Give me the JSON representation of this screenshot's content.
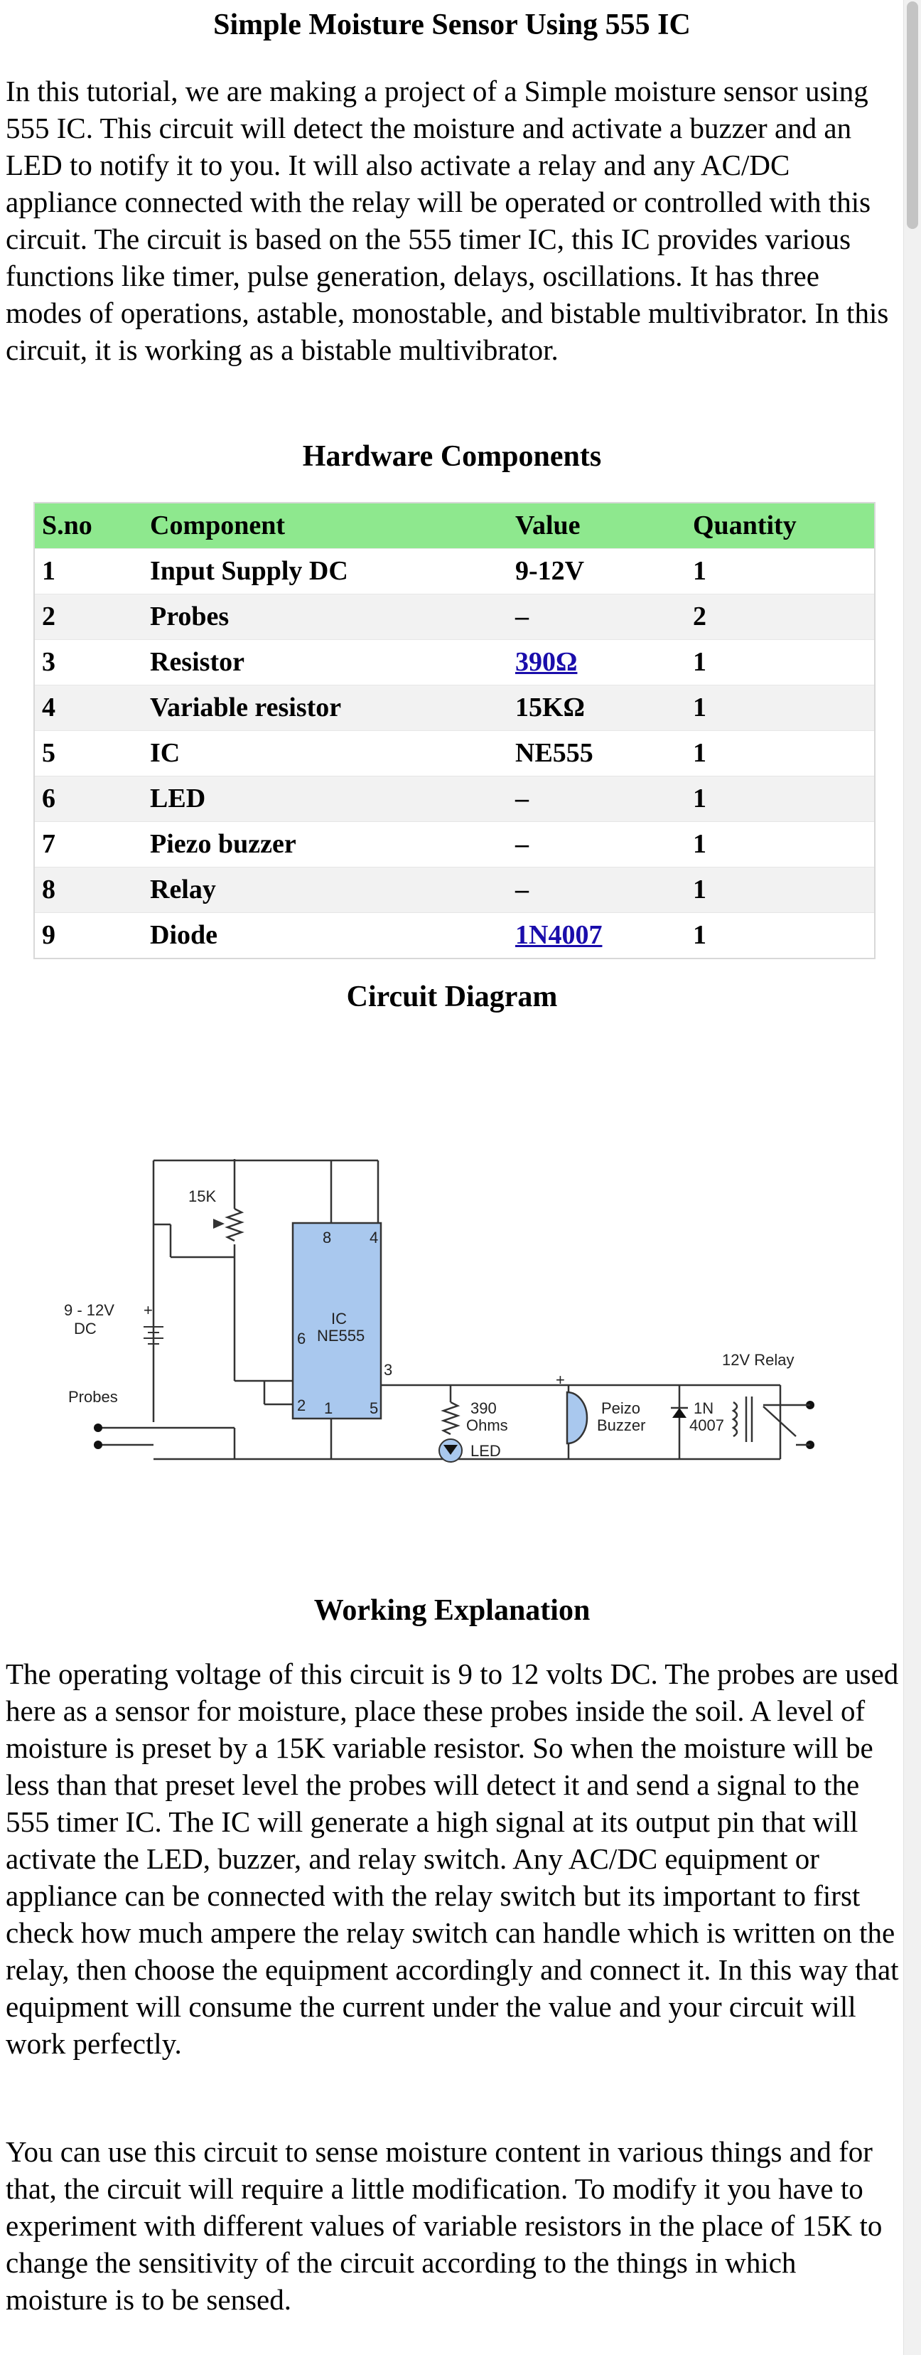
{
  "title": "Simple Moisture Sensor Using 555 IC",
  "intro": "In this tutorial, we are making a project of a Simple moisture sensor using 555 IC. This circuit will detect the moisture and activate a buzzer and an LED to notify it to you. It will also activate a relay and any AC/DC appliance connected with the relay will be operated or controlled with this circuit. The circuit is based on the 555 timer IC, this IC provides various functions like timer, pulse generation, delays, oscillations. It has three modes of operations, astable, monostable, and bistable multivibrator. In this circuit, it is working as a bistable multivibrator.",
  "hardware": {
    "heading": "Hardware Components",
    "headers": [
      "S.no",
      "Component",
      "Value",
      "Quantity"
    ],
    "rows": [
      {
        "sno": "1",
        "component": "Input Supply DC",
        "value": "9-12V",
        "qty": "1"
      },
      {
        "sno": "2",
        "component": "Probes",
        "value": "–",
        "qty": "2"
      },
      {
        "sno": "3",
        "component": "Resistor",
        "value": "390Ω",
        "qty": "1"
      },
      {
        "sno": "4",
        "component": "Variable resistor",
        "value": "15KΩ",
        "qty": "1"
      },
      {
        "sno": "5",
        "component": "IC",
        "value": "NE555",
        "qty": "1"
      },
      {
        "sno": "6",
        "component": "LED",
        "value": "–",
        "qty": "1"
      },
      {
        "sno": "7",
        "component": "Piezo buzzer",
        "value": "–",
        "qty": "1"
      },
      {
        "sno": "8",
        "component": "Relay",
        "value": "–",
        "qty": "1"
      },
      {
        "sno": "9",
        "component": "Diode",
        "value": "1N4007",
        "qty": "1"
      }
    ]
  },
  "circuit": {
    "heading": "Circuit Diagram",
    "labels": {
      "pot": "15K",
      "supply1": "9 - 12V",
      "supply2": "DC",
      "plus1": "+",
      "probes": "Probes",
      "ic1": "IC",
      "ic2": "NE555",
      "pin8": "8",
      "pin4": "4",
      "pin6": "6",
      "pin2": "2",
      "pin3": "3",
      "pin1": "1",
      "pin5": "5",
      "res1": "390",
      "res2": "Ohms",
      "led": "LED",
      "plus2": "+",
      "buzzer1": "Peizo",
      "buzzer2": "Buzzer",
      "diode1": "1N",
      "diode2": "4007",
      "relay": "12V Relay"
    }
  },
  "working": {
    "heading": "Working Explanation",
    "p1": "The operating voltage of this circuit is 9 to 12 volts DC. The probes are used here as a sensor for moisture, place these probes inside the soil. A level of moisture is preset by a 15K variable resistor. So when the moisture will be less than that preset level the probes will detect it and send a signal to the 555 timer IC. The IC will generate a high signal at its output pin that will activate the LED, buzzer, and relay switch. Any AC/DC equipment or appliance can be connected with the relay switch but its important to first check how much ampere the relay switch can handle which is written on the relay, then choose the equipment accordingly and connect it. In this way that equipment will consume the current under the value and your circuit will work perfectly.",
    "p2": "You can use this circuit to sense moisture content in various things and for that, the circuit will require a little modification. To modify it you have to experiment with different values of variable resistors in the place of 15K to change the sensitivity of the circuit according to the things in which moisture is to be sensed."
  }
}
